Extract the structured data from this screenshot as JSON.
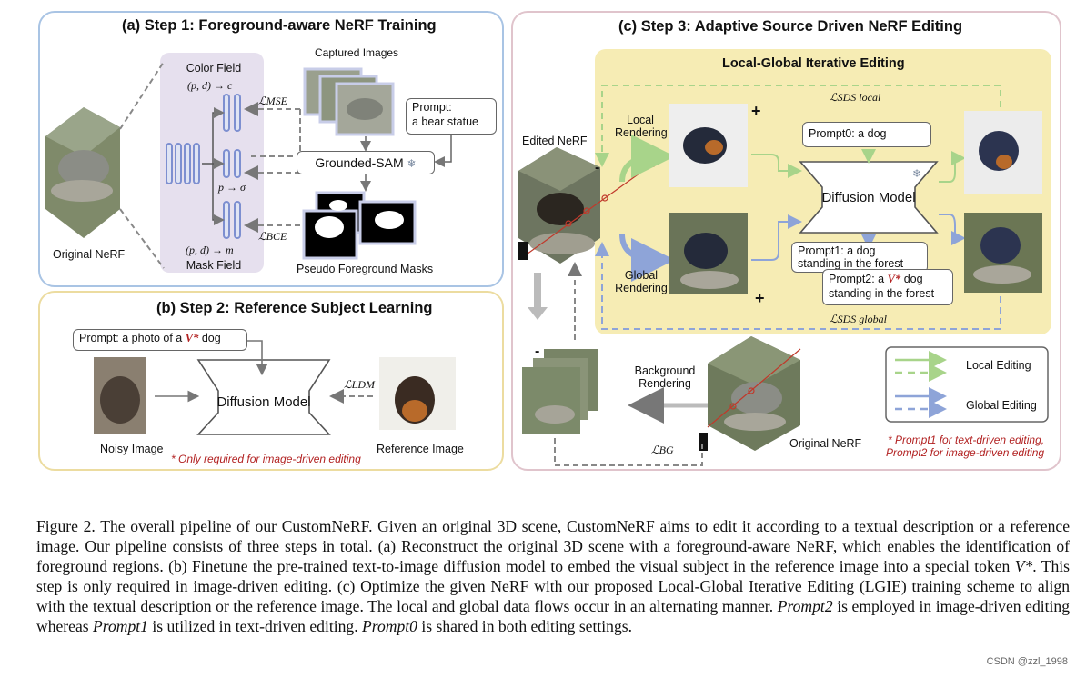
{
  "step1": {
    "title": "(a) Step 1: Foreground-aware NeRF Training",
    "color_field": "Color Field",
    "color_eq": "(p, d) → c",
    "sigma_eq": "p → σ",
    "mask_eq": "(p, d) → m",
    "mask_field": "Mask Field",
    "captured_images": "Captured Images",
    "prompt_label": "Prompt:",
    "prompt_value": "a bear statue",
    "grounded_sam": "Grounded-SAM",
    "loss_mse": "ℒMSE",
    "loss_bce": "ℒBCE",
    "pseudo_masks": "Pseudo Foreground Masks",
    "original_nerf": "Original NeRF"
  },
  "step2": {
    "title": "(b) Step 2: Reference Subject Learning",
    "prompt_prefix": "Prompt: a photo of a ",
    "prompt_token": "V*",
    "prompt_suffix": " dog",
    "diffusion_model": "Diffusion Model",
    "loss_ldm": "ℒLDM",
    "noisy_image": "Noisy Image",
    "reference_image": "Reference Image",
    "note": "* Only required for image-driven editing"
  },
  "step3": {
    "title": "(c) Step 3: Adaptive Source Driven NeRF Editing",
    "lgie_title": "Local-Global Iterative Editing",
    "edited_nerf": "Edited NeRF",
    "local_rendering_1": "Local",
    "local_rendering_2": "Rendering",
    "global_rendering_1": "Global",
    "global_rendering_2": "Rendering",
    "prompt0": "Prompt0: a dog",
    "diffusion_model": "Diffusion Model",
    "prompt1": "Prompt1: a dog standing in the forest",
    "prompt2_prefix": "Prompt2: a ",
    "prompt2_token": "V*",
    "prompt2_suffix": " dog standing in the forest",
    "loss_local": "ℒSDS local",
    "loss_global": "ℒSDS global",
    "loss_bg": "ℒBG",
    "background_rendering_1": "Background",
    "background_rendering_2": "Rendering",
    "original_nerf": "Original NeRF",
    "legend_local": "Local Editing",
    "legend_global": "Global Editing",
    "footnote_1": "* Prompt1 for text-driven editing,",
    "footnote_2": "Prompt2 for image-driven editing",
    "plus": "+",
    "minus": "-"
  },
  "caption": {
    "p1": "Figure 2.  The overall pipeline of our CustomNeRF. Given an original 3D scene, CustomNeRF aims to edit it according to a textual description or a reference image. Our pipeline consists of three steps in total. (a) Reconstruct the original 3D scene with a foreground-aware NeRF, which enables the identification of foreground regions. (b) Finetune the pre-trained text-to-image diffusion model to embed the visual subject in the reference image into a special token ",
    "token": "V*",
    "p2": ". This step is only required in image-driven editing. (c) Optimize the given NeRF with our proposed Local-Global Iterative Editing (LGIE) training scheme to align with the textual description or the reference image. The local and global data flows occur in an alternating manner. ",
    "prompt2": "Prompt2",
    "p3": " is employed in image-driven editing whereas ",
    "prompt1": "Prompt1",
    "p4": " is utilized in text-driven editing. ",
    "prompt0": "Prompt0",
    "p5": " is shared in both editing settings."
  },
  "watermark": "CSDN @zzl_1998",
  "colors": {
    "step1_border": "#a9c4e4",
    "step2_border": "#ecdca0",
    "step3_border": "#e0c4cc",
    "lgie_fill": "#f6ecb4",
    "field_fill": "#e6e0ee",
    "local_arrow": "#a8d48a",
    "global_arrow": "#8ea4d8",
    "accent_red": "#b22222"
  }
}
